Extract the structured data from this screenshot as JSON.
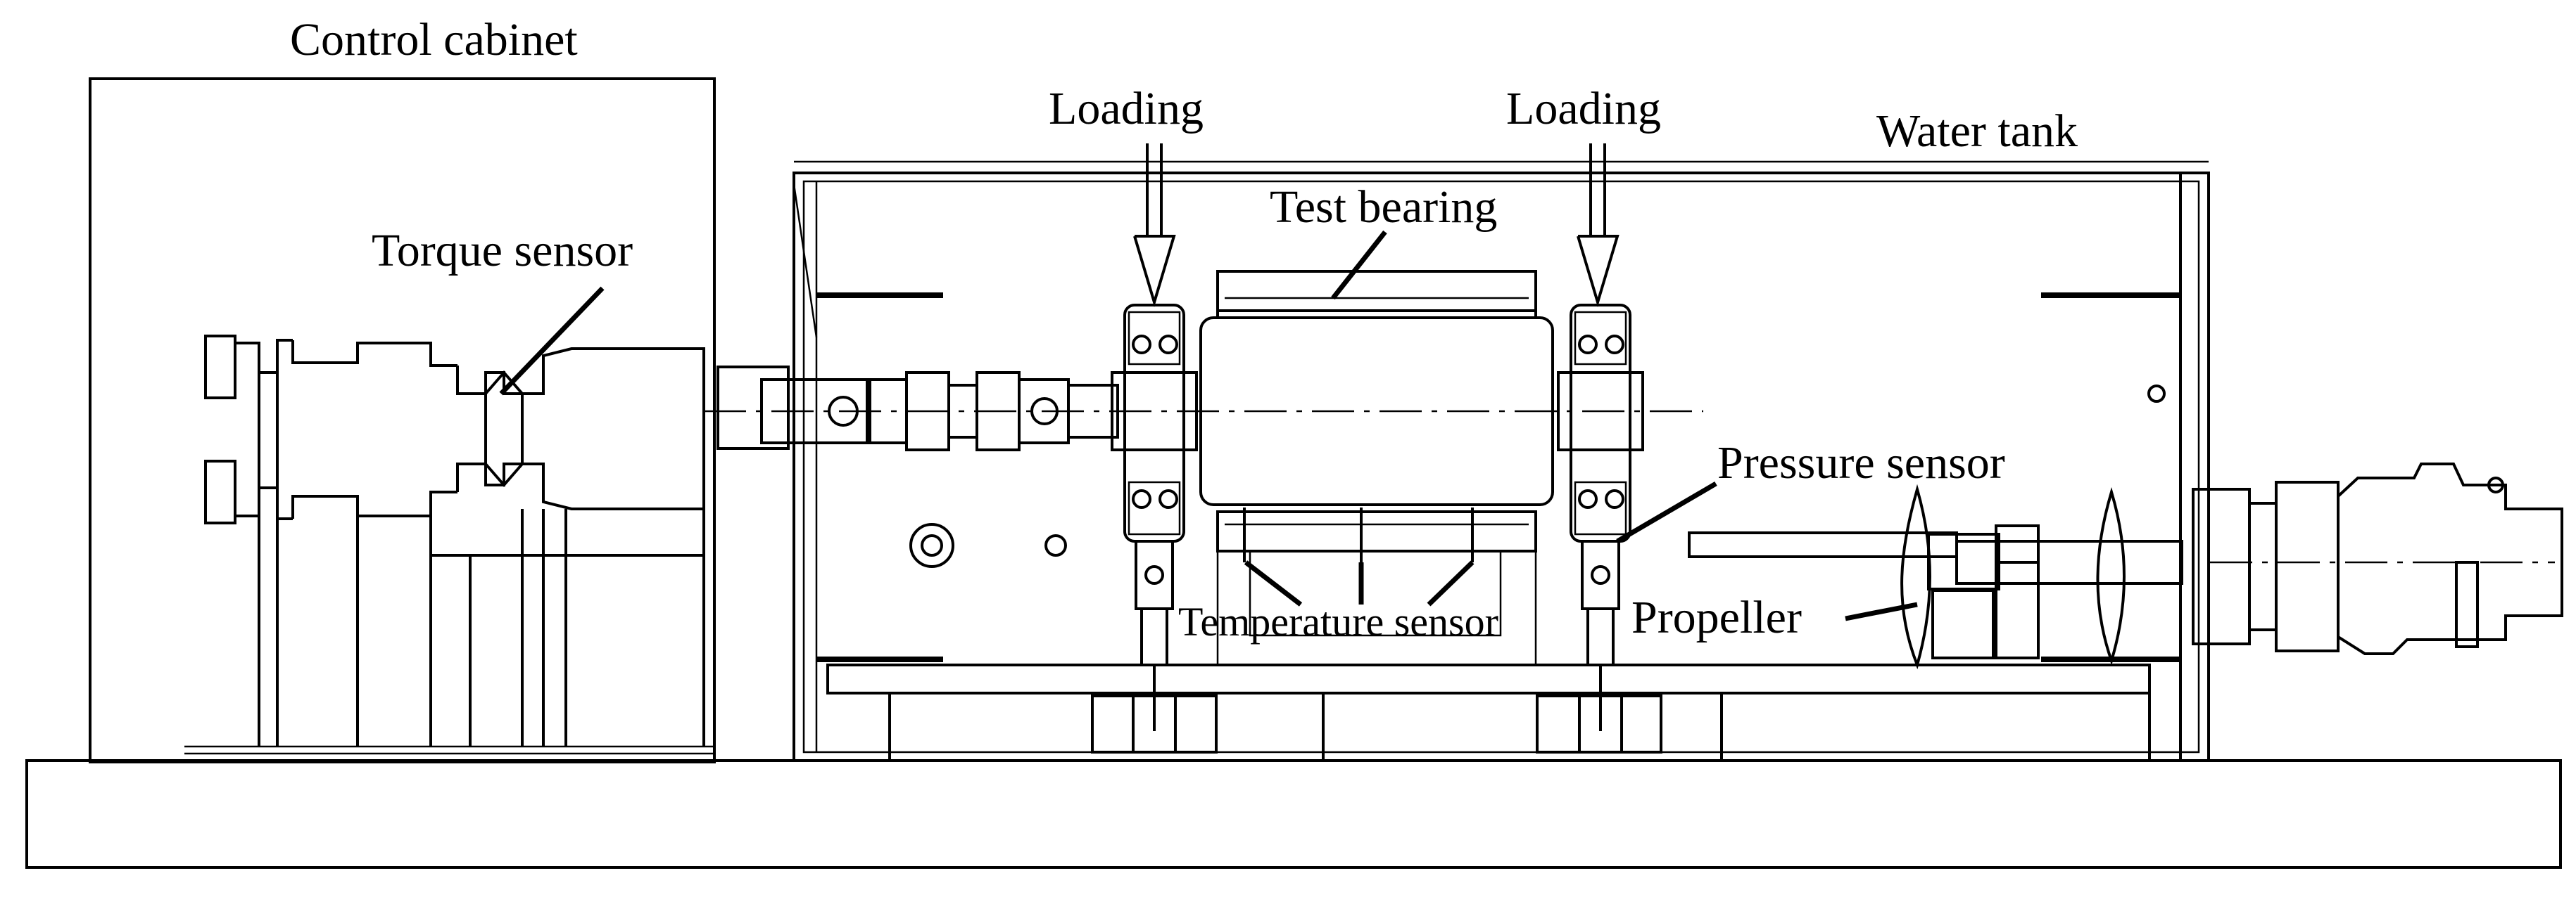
{
  "labels": {
    "control_cabinet": "Control cabinet",
    "loading_left": "Loading",
    "loading_right": "Loading",
    "water_tank": "Water tank",
    "torque_sensor": "Torque sensor",
    "test_bearing": "Test bearing",
    "pressure_sensor": "Pressure sensor",
    "propeller": "Propeller",
    "temperature_sensor": "Temperature sensor"
  },
  "colors": {
    "line": "#000000",
    "background": "#ffffff"
  }
}
